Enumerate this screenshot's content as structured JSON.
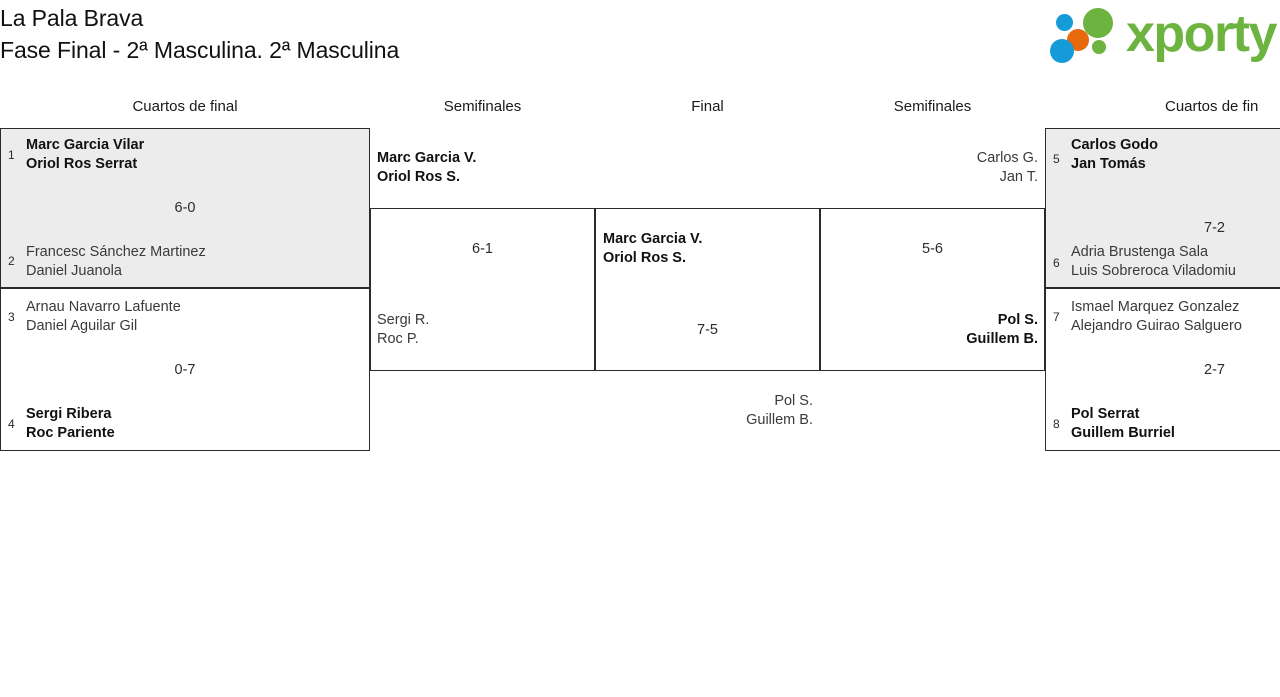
{
  "header": {
    "tournament": "La Pala Brava",
    "subtitle": "Fase Final - 2ª Masculina. 2ª Masculina"
  },
  "logo": {
    "wordmark": "xporty",
    "colors": {
      "green": "#6cb33f",
      "blue": "#159bd7",
      "orange": "#e8680c"
    },
    "dots": [
      {
        "name": "logo-dot-blue-small",
        "color": "#159bd7"
      },
      {
        "name": "logo-dot-green-large",
        "color": "#6cb33f"
      },
      {
        "name": "logo-dot-orange",
        "color": "#e8680c"
      },
      {
        "name": "logo-dot-green-small",
        "color": "#6cb33f"
      },
      {
        "name": "logo-dot-blue-large",
        "color": "#159bd7"
      }
    ]
  },
  "rounds": {
    "left_quarters": "Cuartos de final",
    "left_semis": "Semifinales",
    "final": "Final",
    "right_semis": "Semifinales",
    "right_quarters": "Cuartos de fin"
  },
  "bracket": {
    "left_quarterfinals": [
      {
        "score": "6-0",
        "top": {
          "seed": "1",
          "player1": "Marc Garcia Vilar",
          "player2": "Oriol Ros Serrat",
          "winner": true
        },
        "bottom": {
          "seed": "2",
          "player1": "Francesc Sánchez Martinez",
          "player2": "Daniel Juanola",
          "winner": false
        }
      },
      {
        "score": "0-7",
        "top": {
          "seed": "3",
          "player1": "Arnau Navarro Lafuente",
          "player2": "Daniel Aguilar Gil",
          "winner": false
        },
        "bottom": {
          "seed": "4",
          "player1": "Sergi Ribera",
          "player2": "Roc Pariente",
          "winner": true
        }
      }
    ],
    "left_semifinal": {
      "score": "6-1",
      "top": {
        "player1": "Marc Garcia V.",
        "player2": "Oriol Ros S.",
        "winner": true
      },
      "bottom": {
        "player1": "Sergi R.",
        "player2": "Roc P.",
        "winner": false
      }
    },
    "final": {
      "score": "7-5",
      "top": {
        "player1": "Marc Garcia V.",
        "player2": "Oriol Ros S.",
        "winner": true
      },
      "bottom": {
        "player1": "Pol S.",
        "player2": "Guillem B.",
        "winner": false
      }
    },
    "right_semifinal": {
      "score": "5-6",
      "top": {
        "player1": "Carlos G.",
        "player2": "Jan T.",
        "winner": false
      },
      "bottom": {
        "player1": "Pol S.",
        "player2": "Guillem B.",
        "winner": true
      }
    },
    "right_quarterfinals": [
      {
        "score": "7-2",
        "top": {
          "seed": "5",
          "player1": "Carlos Godo",
          "player2": "Jan Tomás",
          "winner": true
        },
        "bottom": {
          "seed": "6",
          "player1": "Adria Brustenga Sala",
          "player2": "Luis Sobreroca Viladomiu",
          "winner": false
        }
      },
      {
        "score": "2-7",
        "top": {
          "seed": "7",
          "player1": "Ismael Marquez Gonzalez",
          "player2": "Alejandro Guirao Salguero",
          "winner": false
        },
        "bottom": {
          "seed": "8",
          "player1": "Pol Serrat",
          "player2": "Guillem Burriel",
          "winner": true
        }
      }
    ]
  }
}
